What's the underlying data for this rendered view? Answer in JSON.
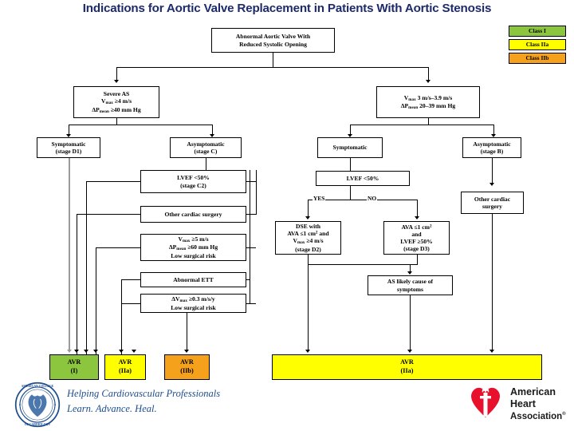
{
  "title": "Indications for Aortic Valve Replacement in Patients With Aortic Stenosis",
  "legend": {
    "items": [
      {
        "label": "Class I",
        "color": "#8cc63e"
      },
      {
        "label": "Class IIa",
        "color": "#ffff00"
      },
      {
        "label": "Class IIb",
        "color": "#f5a11b"
      }
    ]
  },
  "nodes": {
    "root": {
      "lines": [
        "Abnormal  Aortic Valve With",
        "Reduced Systolic Opening"
      ]
    },
    "severe_as": {
      "lines": [
        "Severe AS",
        "Vmax >=4 m/s",
        "dPmean >=40 mm Hg"
      ]
    },
    "moderate_as": {
      "lines": [
        "Vmax 3 m/s-3.9 m/s",
        "dPmean 20-39 mm Hg"
      ]
    },
    "symptomatic_d1": {
      "lines": [
        "Symptomatic",
        "(stage D1)"
      ]
    },
    "asymptomatic_c": {
      "lines": [
        "Asymptomatic",
        "(stage C)"
      ]
    },
    "symptomatic": {
      "lines": [
        "Symptomatic"
      ]
    },
    "asymptomatic_b": {
      "lines": [
        "Asymptomatic",
        "(stage B)"
      ]
    },
    "lvef50_c2": {
      "lines": [
        "LVEF <50%",
        "(stage C2)"
      ]
    },
    "other_surg_mid": {
      "lines": [
        "Other cardiac surgery"
      ]
    },
    "vmax5": {
      "lines": [
        "Vmax >=5 m/s",
        "dPmean >=60 mm Hg",
        "Low surgical risk"
      ]
    },
    "abnormal_ett": {
      "lines": [
        "Abnormal ETT"
      ]
    },
    "dvmax": {
      "lines": [
        "dVmax >=0.3 m/s/y",
        "Low surgical risk"
      ]
    },
    "lvef50": {
      "lines": [
        "LVEF <50%"
      ]
    },
    "dse": {
      "lines": [
        "DSE with",
        "AVA <=1 cm2 and",
        "Vmax >=4 m/s",
        "(stage D2)"
      ]
    },
    "ava_lvef": {
      "lines": [
        "AVA <=1 cm2",
        "and",
        "LVEF >=50%",
        "(stage D3)"
      ]
    },
    "other_surg_right": {
      "lines": [
        "Other cardiac",
        "surgery"
      ]
    },
    "as_likely": {
      "lines": [
        "AS likely cause of",
        "symptoms"
      ]
    }
  },
  "branch_labels": {
    "yes": "YES",
    "no": "NO"
  },
  "outcomes": {
    "avr_i": {
      "lines": [
        "AVR",
        "(I)"
      ],
      "class": "Class I",
      "color": "#8cc63e"
    },
    "avr_iia_a": {
      "lines": [
        "AVR",
        "(IIa)"
      ],
      "class": "Class IIa",
      "color": "#ffff00"
    },
    "avr_iib": {
      "lines": [
        "AVR",
        "(IIb)"
      ],
      "class": "Class IIb",
      "color": "#f5a11b"
    },
    "avr_iia_wide": {
      "lines": [
        "AVR",
        "(IIa)"
      ],
      "class": "Class IIa",
      "color": "#ffff00"
    }
  },
  "footer": {
    "acc_tagline_line1": "Helping Cardiovascular Professionals",
    "acc_tagline_line2": "Learn. Advance. Heal.",
    "acc_seal_top": "AMERICAN COLLEGE",
    "acc_seal_bottom": "OF CARDIOLOGY",
    "aha_line1": "American",
    "aha_line2": "Heart",
    "aha_line3": "Association",
    "aha_mark": "®"
  }
}
